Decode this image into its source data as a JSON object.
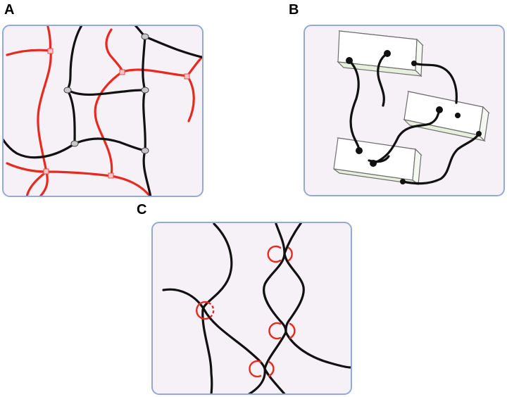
{
  "panels": {
    "a": {
      "label": "A"
    },
    "b": {
      "label": "B"
    },
    "c": {
      "label": "C"
    }
  },
  "colors": {
    "panel_fill": "#f6f0f7",
    "panel_border": "#93a9d6",
    "chain_black": "#111111",
    "chain_red": "#e8291e",
    "crosslink_gray": "#c8c8c8",
    "crosslink_pink": "#f3c6c6"
  },
  "icons": {
    "crosslink_node": "gray-ellipse",
    "red_crosslink": "pink-square",
    "chain_end": "black-dot",
    "hard_segment": "rectangular-cuboid",
    "entanglement": "red-ring"
  }
}
